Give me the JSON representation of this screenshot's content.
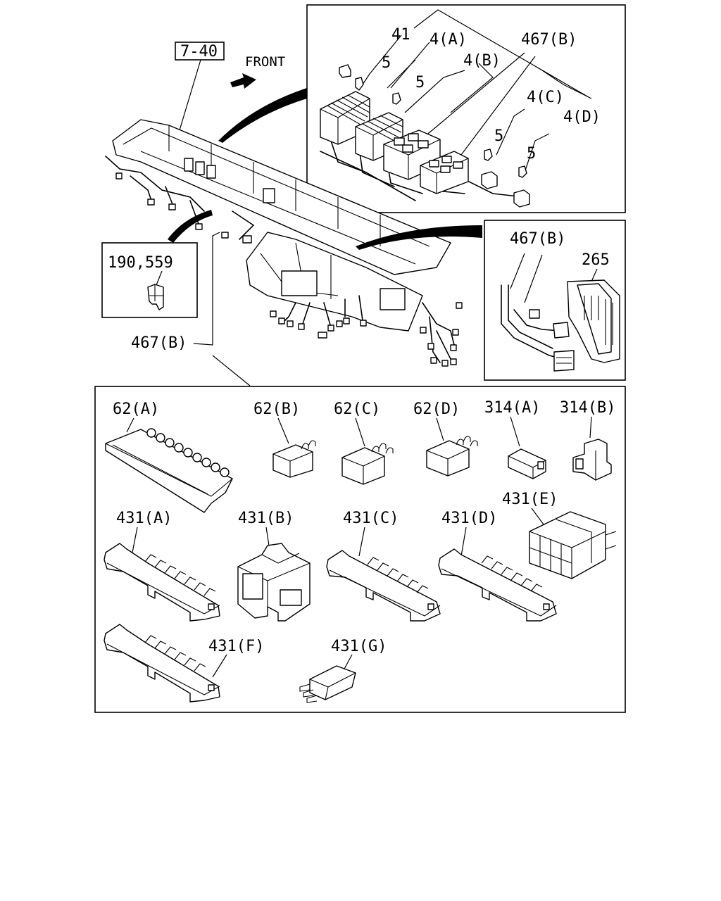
{
  "labels": {
    "ref_box": "7-40",
    "front": "FRONT",
    "l41": "41",
    "l4a": "4(A)",
    "l5a": "5",
    "l4b": "4(B)",
    "l5b": "5",
    "l467b_top": "467(B)",
    "l4c": "4(C)",
    "l5c": "5",
    "l4d": "4(D)",
    "l5d": "5",
    "l467b_right": "467(B)",
    "l265": "265",
    "l190": "190,559",
    "l467b_left": "467(B)",
    "l62a": "62(A)",
    "l62b": "62(B)",
    "l62c": "62(C)",
    "l62d": "62(D)",
    "l314a": "314(A)",
    "l314b": "314(B)",
    "l431a": "431(A)",
    "l431b": "431(B)",
    "l431c": "431(C)",
    "l431d": "431(D)",
    "l431e": "431(E)",
    "l431f": "431(F)",
    "l431g": "431(G)"
  },
  "icons": {
    "front_arrow": "arrow-right-icon"
  }
}
